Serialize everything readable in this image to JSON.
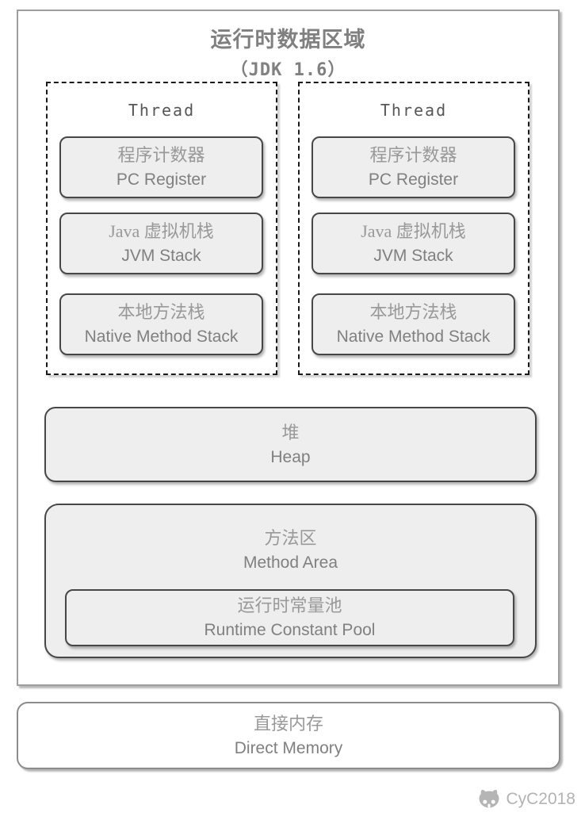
{
  "main": {
    "title_zh": "运行时数据区域",
    "title_sub": "（JDK 1.6）"
  },
  "threads": [
    {
      "label": "Thread",
      "boxes": [
        {
          "zh": "程序计数器",
          "en": "PC Register"
        },
        {
          "zh": "Java 虚拟机栈",
          "en": "JVM Stack"
        },
        {
          "zh": "本地方法栈",
          "en": "Native Method Stack"
        }
      ]
    },
    {
      "label": "Thread",
      "boxes": [
        {
          "zh": "程序计数器",
          "en": "PC Register"
        },
        {
          "zh": "Java 虚拟机栈",
          "en": "JVM Stack"
        },
        {
          "zh": "本地方法栈",
          "en": "Native Method Stack"
        }
      ]
    }
  ],
  "heap": {
    "zh": "堆",
    "en": "Heap"
  },
  "method_area": {
    "zh": "方法区",
    "en": "Method Area"
  },
  "runtime_constant_pool": {
    "zh": "运行时常量池",
    "en": "Runtime Constant Pool"
  },
  "direct_memory": {
    "zh": "直接内存",
    "en": "Direct Memory"
  },
  "watermark": {
    "label": "CyC2018",
    "icon": "cat-logo-icon"
  },
  "colors": {
    "box_fill": "#eeeeee",
    "box_border": "#474747",
    "outer_border": "#9e9e9e",
    "dashed_border": "#1a1a1a",
    "text_zh": "#999999",
    "text_en": "#808080",
    "title": "#808080",
    "thread_label": "#565656",
    "watermark": "#b3b3b3"
  }
}
